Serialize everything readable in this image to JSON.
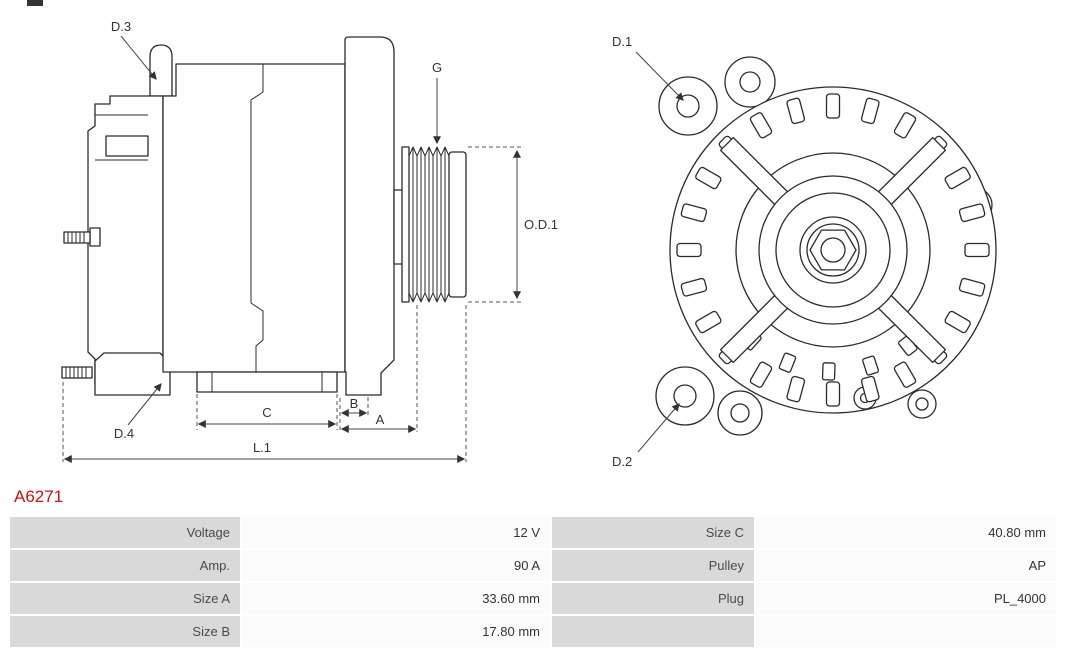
{
  "part_number": "A6271",
  "colors": {
    "part_number_red": "#cc1016",
    "label_cell_bg": "#d9d9d9",
    "value_cell_bg": "#fbfbfb",
    "cell_label_text": "#4a4a4a",
    "cell_value_text": "#333333",
    "drawing_line": "#2b2b2b"
  },
  "diagram": {
    "side_view": {
      "labels": {
        "d3": "D.3",
        "g": "G",
        "od1": "O.D.1",
        "d4": "D.4",
        "c": "C",
        "b": "B",
        "a": "A",
        "l1": "L.1"
      }
    },
    "front_view": {
      "labels": {
        "d1": "D.1",
        "d2": "D.2"
      }
    }
  },
  "specs_table": {
    "rows": [
      {
        "left_label": "Voltage",
        "left_value": "12 V",
        "right_label": "Size C",
        "right_value": "40.80 mm"
      },
      {
        "left_label": "Amp.",
        "left_value": "90 A",
        "right_label": "Pulley",
        "right_value": "AP"
      },
      {
        "left_label": "Size A",
        "left_value": "33.60 mm",
        "right_label": "Plug",
        "right_value": "PL_4000"
      },
      {
        "left_label": "Size B",
        "left_value": "17.80 mm",
        "right_label": "",
        "right_value": ""
      }
    ]
  }
}
